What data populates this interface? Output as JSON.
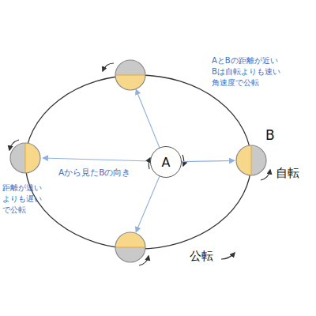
{
  "diagram": {
    "nodes": [
      {
        "text": [
          "A"
        ]
      },
      {
        "text": [
          "B"
        ]
      }
    ],
    "edges": [
      {
        "from": 0,
        "to": 1,
        "arrow": "to"
      }
    ],
    "labels": [
      "AとBの距離が近い Bは自転よりも速い 角速度で公転",
      "自転",
      "Aから見たBの向き",
      "距離が遠い よりも遅い で公転",
      "公転"
    ]
  }
}
